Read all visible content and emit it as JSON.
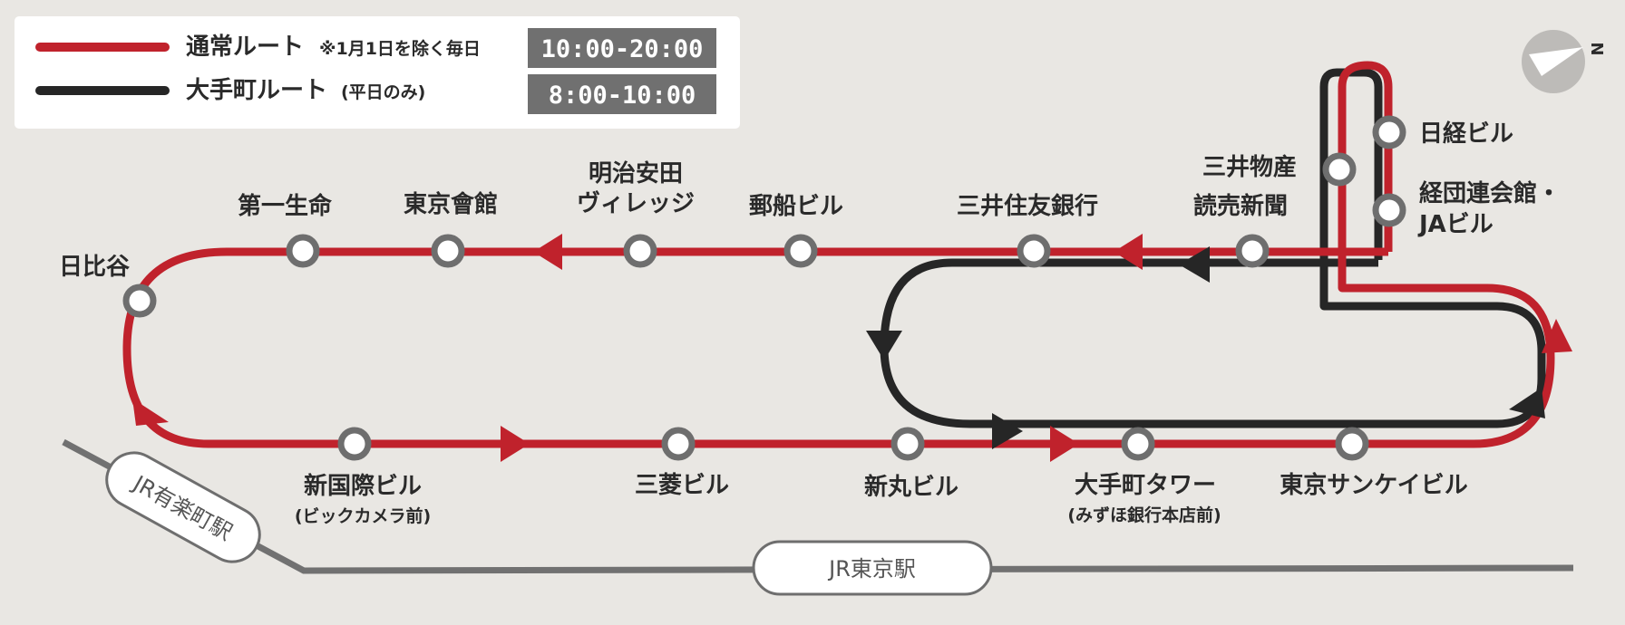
{
  "legend": {
    "normal": {
      "label": "通常ルート",
      "note": "※1月1日を除く毎日",
      "time": "10:00-20:00",
      "color": "#c0222c"
    },
    "otemachi": {
      "label": "大手町ルート",
      "note": "(平日のみ)",
      "time": "8:00-10:00",
      "color": "#262626"
    }
  },
  "compass": {
    "label": "N"
  },
  "stations": {
    "hibiya": "日比谷",
    "daiichiseimei": "第一生命",
    "tokyokaikan": "東京會館",
    "meijiyasuda_1": "明治安田",
    "meijiyasuda_2": "ヴィレッジ",
    "yusen": "郵船ビル",
    "mitsuisumitomo": "三井住友銀行",
    "yomiuri": "読売新聞",
    "mitsuibussan": "三井物産",
    "nikkei": "日経ビル",
    "keidanren_1": "経団連会館・",
    "keidanren_2": "JAビル",
    "shinkokusai": "新国際ビル",
    "shinkokusai_sub": "(ビックカメラ前)",
    "mitsubishi": "三菱ビル",
    "shinmaru": "新丸ビル",
    "otemachitower": "大手町タワー",
    "otemachitower_sub": "(みずほ銀行本店前)",
    "sankei": "東京サンケイビル"
  },
  "jr": {
    "yurakucho": "JR有楽町駅",
    "tokyo": "JR東京駅"
  }
}
